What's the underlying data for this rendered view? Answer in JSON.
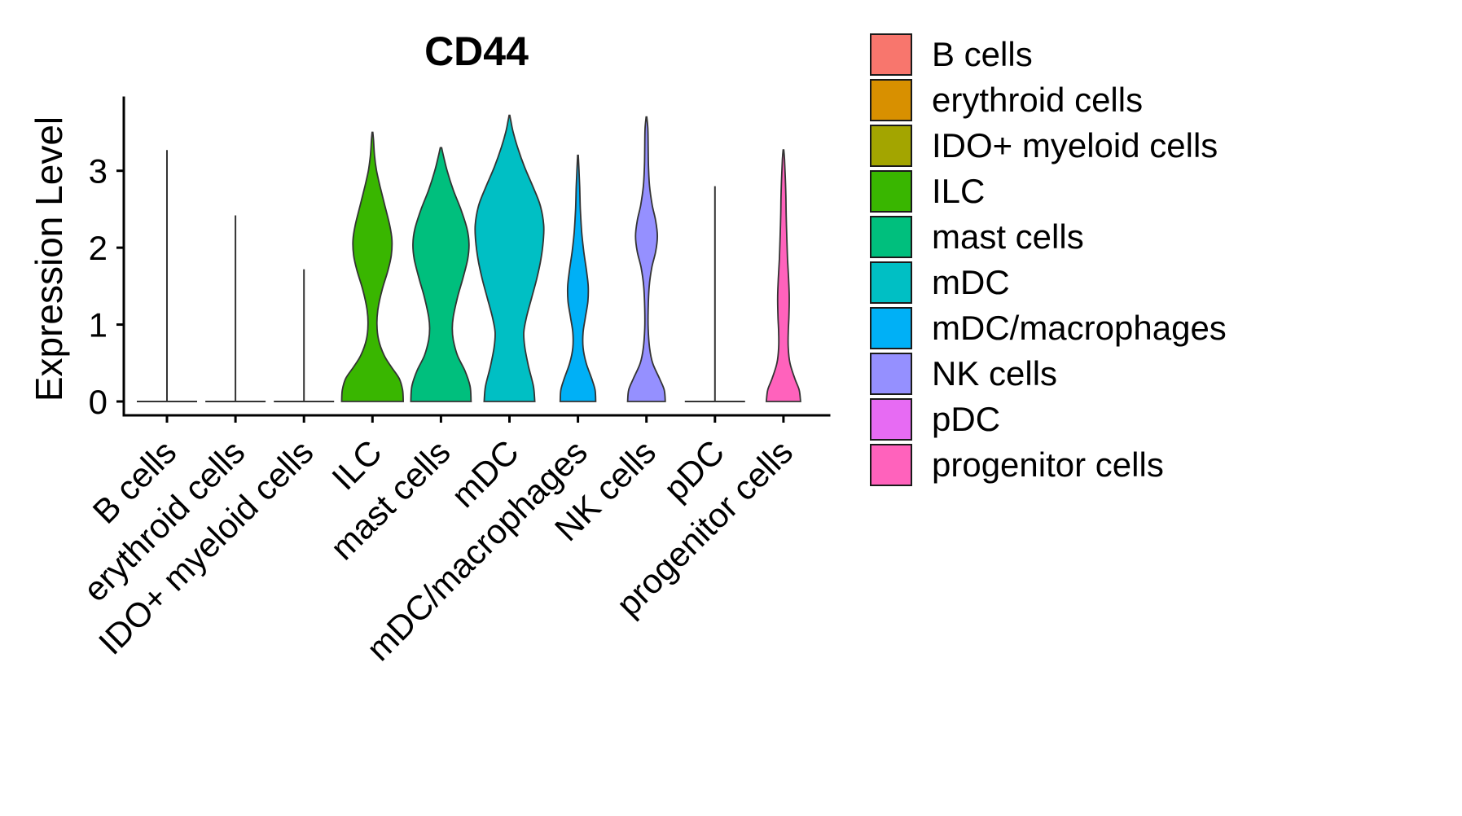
{
  "chart_data": {
    "type": "violin",
    "title": "CD44",
    "ylabel": "Expression Level",
    "xlabel": "",
    "yticks": [
      0,
      1,
      2,
      3
    ],
    "ylim": [
      -0.18,
      3.95
    ],
    "x_tick_rotation": 45,
    "grid": false,
    "plot_bg": "#FFFFFF",
    "axis_color": "#000000",
    "outline_color": "#333333",
    "categories": [
      "B cells",
      "erythroid cells",
      "IDO+ myeloid cells",
      "ILC",
      "mast cells",
      "mDC",
      "mDC/macrophages",
      "NK cells",
      "pDC",
      "progenitor cells"
    ],
    "violins": [
      {
        "name": "B cells",
        "color": "#F8766D",
        "shape": "spike",
        "max_expression": 3.27,
        "base_halfwidth": 0.88
      },
      {
        "name": "erythroid cells",
        "color": "#D89000",
        "shape": "spike",
        "max_expression": 2.42,
        "base_halfwidth": 0.88
      },
      {
        "name": "IDO+ myeloid cells",
        "color": "#A3A500",
        "shape": "spike",
        "max_expression": 1.72,
        "base_halfwidth": 0.88
      },
      {
        "name": "ILC",
        "color": "#39B600",
        "shape": "density",
        "profile": [
          [
            0,
            0.9
          ],
          [
            0.15,
            0.88
          ],
          [
            0.3,
            0.78
          ],
          [
            0.45,
            0.55
          ],
          [
            0.6,
            0.34
          ],
          [
            0.8,
            0.18
          ],
          [
            1.0,
            0.13
          ],
          [
            1.2,
            0.16
          ],
          [
            1.45,
            0.28
          ],
          [
            1.7,
            0.45
          ],
          [
            1.9,
            0.55
          ],
          [
            2.1,
            0.57
          ],
          [
            2.3,
            0.5
          ],
          [
            2.55,
            0.36
          ],
          [
            2.8,
            0.22
          ],
          [
            3.0,
            0.12
          ],
          [
            3.2,
            0.06
          ],
          [
            3.4,
            0.03
          ],
          [
            3.5,
            0.01
          ]
        ]
      },
      {
        "name": "mast cells",
        "color": "#00BF7D",
        "shape": "density",
        "profile": [
          [
            0,
            0.88
          ],
          [
            0.2,
            0.85
          ],
          [
            0.4,
            0.7
          ],
          [
            0.6,
            0.48
          ],
          [
            0.8,
            0.36
          ],
          [
            0.95,
            0.33
          ],
          [
            1.1,
            0.36
          ],
          [
            1.35,
            0.48
          ],
          [
            1.6,
            0.64
          ],
          [
            1.85,
            0.78
          ],
          [
            2.05,
            0.82
          ],
          [
            2.25,
            0.76
          ],
          [
            2.5,
            0.58
          ],
          [
            2.75,
            0.36
          ],
          [
            3.0,
            0.18
          ],
          [
            3.2,
            0.07
          ],
          [
            3.3,
            0.02
          ]
        ]
      },
      {
        "name": "mDC",
        "color": "#00BFC4",
        "shape": "density",
        "profile": [
          [
            0,
            0.74
          ],
          [
            0.2,
            0.7
          ],
          [
            0.45,
            0.56
          ],
          [
            0.7,
            0.45
          ],
          [
            0.9,
            0.42
          ],
          [
            1.1,
            0.5
          ],
          [
            1.35,
            0.65
          ],
          [
            1.6,
            0.8
          ],
          [
            1.85,
            0.92
          ],
          [
            2.1,
            0.99
          ],
          [
            2.3,
            1.0
          ],
          [
            2.55,
            0.9
          ],
          [
            2.8,
            0.68
          ],
          [
            3.05,
            0.44
          ],
          [
            3.3,
            0.24
          ],
          [
            3.5,
            0.11
          ],
          [
            3.65,
            0.04
          ],
          [
            3.72,
            0.01
          ]
        ]
      },
      {
        "name": "mDC/macrophages",
        "color": "#00B0F6",
        "shape": "density",
        "profile": [
          [
            0,
            0.52
          ],
          [
            0.15,
            0.5
          ],
          [
            0.3,
            0.4
          ],
          [
            0.5,
            0.24
          ],
          [
            0.7,
            0.15
          ],
          [
            0.9,
            0.15
          ],
          [
            1.1,
            0.22
          ],
          [
            1.3,
            0.29
          ],
          [
            1.5,
            0.3
          ],
          [
            1.7,
            0.25
          ],
          [
            1.95,
            0.17
          ],
          [
            2.2,
            0.11
          ],
          [
            2.5,
            0.07
          ],
          [
            2.8,
            0.05
          ],
          [
            3.0,
            0.03
          ],
          [
            3.2,
            0.01
          ]
        ]
      },
      {
        "name": "NK cells",
        "color": "#9590FF",
        "shape": "density",
        "profile": [
          [
            0,
            0.55
          ],
          [
            0.15,
            0.52
          ],
          [
            0.3,
            0.38
          ],
          [
            0.5,
            0.18
          ],
          [
            0.7,
            0.09
          ],
          [
            0.95,
            0.05
          ],
          [
            1.2,
            0.05
          ],
          [
            1.5,
            0.08
          ],
          [
            1.75,
            0.16
          ],
          [
            1.95,
            0.27
          ],
          [
            2.15,
            0.32
          ],
          [
            2.35,
            0.27
          ],
          [
            2.55,
            0.17
          ],
          [
            2.8,
            0.09
          ],
          [
            3.05,
            0.06
          ],
          [
            3.3,
            0.05
          ],
          [
            3.55,
            0.04
          ],
          [
            3.7,
            0.01
          ]
        ]
      },
      {
        "name": "pDC",
        "color": "#E76BF3",
        "shape": "spike",
        "max_expression": 2.8,
        "base_halfwidth": 0.88
      },
      {
        "name": "progenitor cells",
        "color": "#FF62BC",
        "shape": "density",
        "profile": [
          [
            0,
            0.5
          ],
          [
            0.15,
            0.46
          ],
          [
            0.3,
            0.33
          ],
          [
            0.5,
            0.19
          ],
          [
            0.7,
            0.14
          ],
          [
            0.9,
            0.14
          ],
          [
            1.1,
            0.16
          ],
          [
            1.35,
            0.17
          ],
          [
            1.6,
            0.15
          ],
          [
            1.85,
            0.12
          ],
          [
            2.1,
            0.1
          ],
          [
            2.4,
            0.08
          ],
          [
            2.7,
            0.07
          ],
          [
            2.95,
            0.05
          ],
          [
            3.15,
            0.03
          ],
          [
            3.27,
            0.01
          ]
        ]
      }
    ],
    "legend": {
      "position": "right",
      "items": [
        {
          "label": "B cells",
          "color": "#F8766D"
        },
        {
          "label": "erythroid cells",
          "color": "#D89000"
        },
        {
          "label": "IDO+ myeloid cells",
          "color": "#A3A500"
        },
        {
          "label": "ILC",
          "color": "#39B600"
        },
        {
          "label": "mast cells",
          "color": "#00BF7D"
        },
        {
          "label": "mDC",
          "color": "#00BFC4"
        },
        {
          "label": "mDC/macrophages",
          "color": "#00B0F6"
        },
        {
          "label": "NK cells",
          "color": "#9590FF"
        },
        {
          "label": "pDC",
          "color": "#E76BF3"
        },
        {
          "label": "progenitor cells",
          "color": "#FF62BC"
        }
      ]
    }
  }
}
